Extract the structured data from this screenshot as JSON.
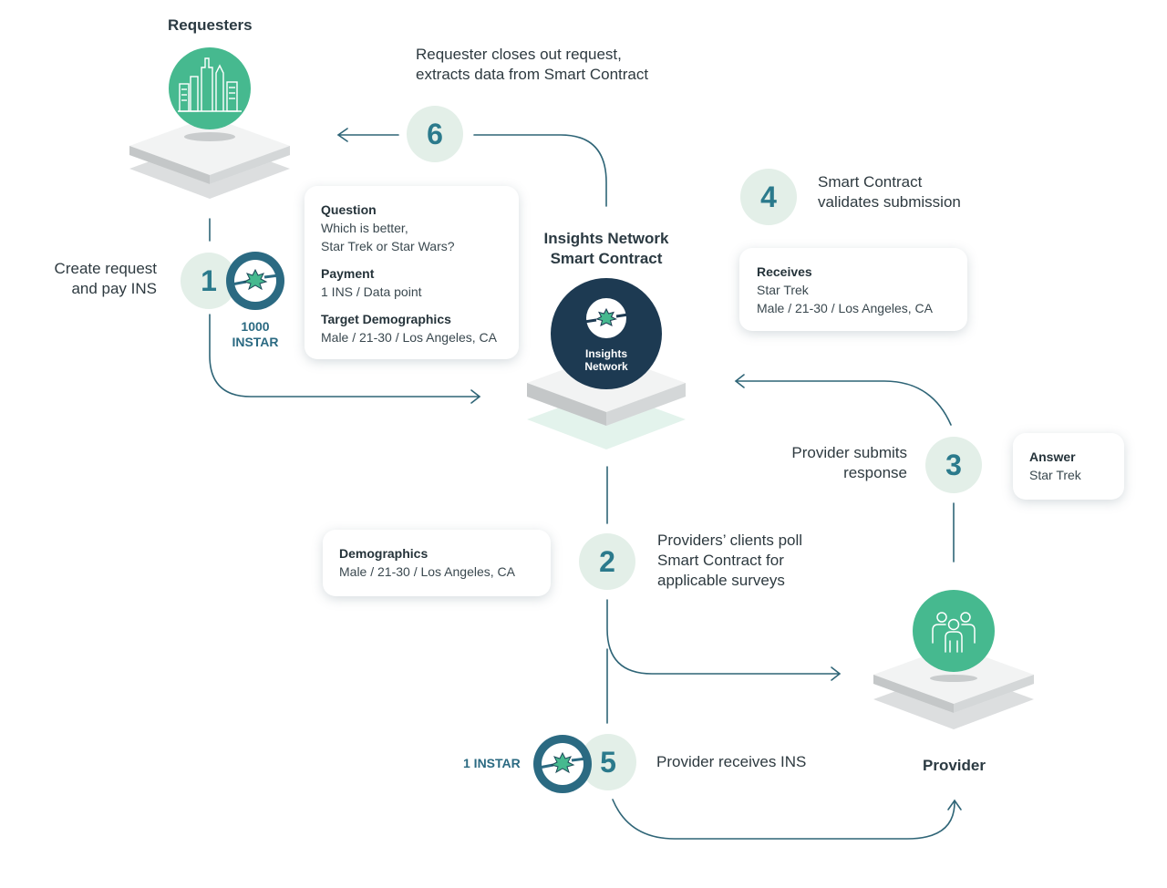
{
  "requesters": {
    "label": "Requesters"
  },
  "provider": {
    "label": "Provider"
  },
  "hub": {
    "title_line1": "Insights Network",
    "title_line2": "Smart Contract",
    "logo_line1": "Insights",
    "logo_line2": "Network"
  },
  "steps": {
    "s1": {
      "number": "1",
      "text_line1": "Create request",
      "text_line2": "and pay INS",
      "coin_line1": "1000",
      "coin_line2": "INSTAR"
    },
    "s2": {
      "number": "2",
      "text_line1": "Providers’ clients poll",
      "text_line2": "Smart Contract for",
      "text_line3": "applicable surveys"
    },
    "s3": {
      "number": "3",
      "text_line1": "Provider submits",
      "text_line2": "response"
    },
    "s4": {
      "number": "4",
      "text_line1": "Smart Contract",
      "text_line2": "validates submission"
    },
    "s5": {
      "number": "5",
      "text_line1": "Provider receives INS",
      "coin_label": "1 INSTAR"
    },
    "s6": {
      "number": "6",
      "text_line1": "Requester closes out request,",
      "text_line2": "extracts data from Smart Contract"
    }
  },
  "cards": {
    "request": {
      "question_label": "Question",
      "question_line1": "Which is better,",
      "question_line2": "Star Trek or Star Wars?",
      "payment_label": "Payment",
      "payment_value": "1 INS / Data point",
      "target_label": "Target Demographics",
      "target_value": "Male / 21-30 / Los Angeles, CA"
    },
    "receives": {
      "label": "Receives",
      "line1": "Star Trek",
      "line2": "Male / 21-30 / Los Angeles, CA"
    },
    "answer": {
      "label": "Answer",
      "value": "Star Trek"
    },
    "demographics": {
      "label": "Demographics",
      "value": "Male / 21-30 / Los Angeles, CA"
    }
  },
  "colors": {
    "line": "#2f6577",
    "teal": "#2b7a8c",
    "green": "#46b98f",
    "navy": "#1d3a52",
    "num_bg": "#e3efe8"
  }
}
